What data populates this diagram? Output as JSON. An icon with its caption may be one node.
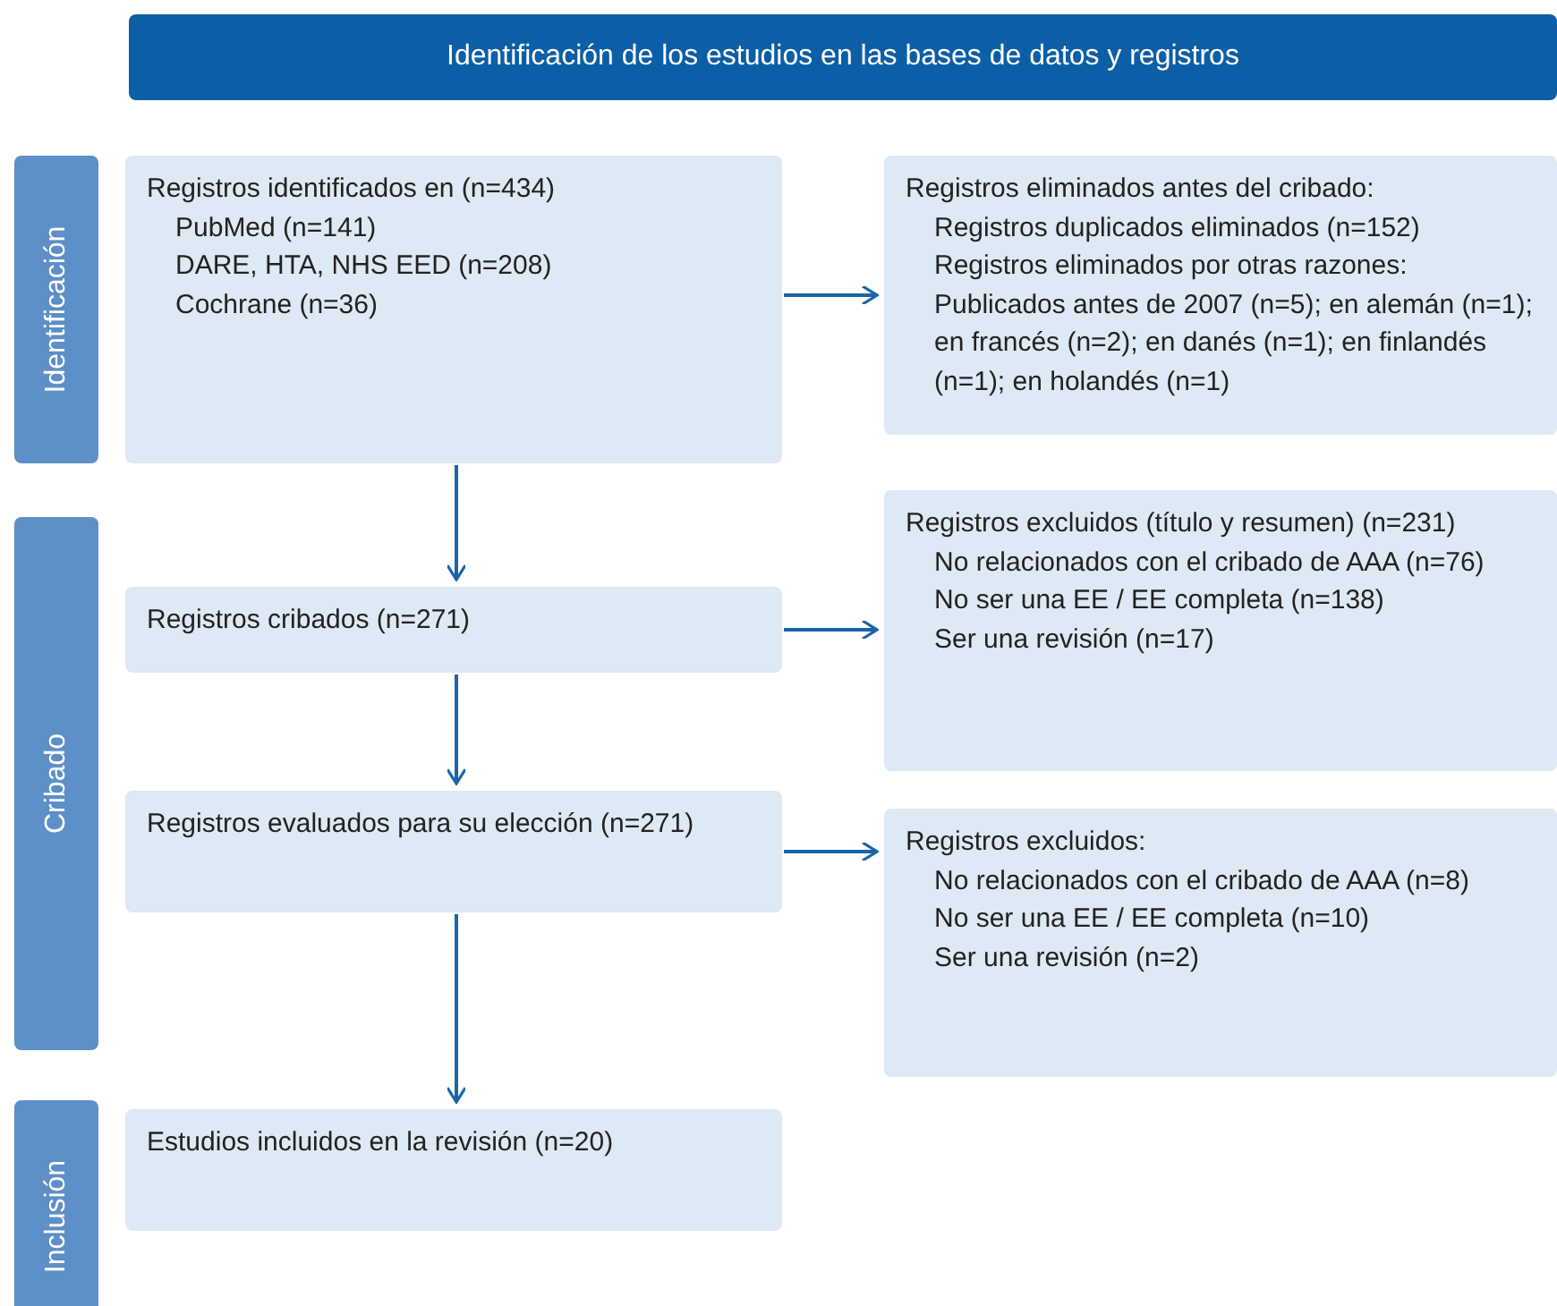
{
  "diagram": {
    "nodes": [
      {
        "text": [
          "Identificación de los estudios en las bases de datos y registros"
        ]
      },
      {
        "text": [
          "Identificación"
        ]
      },
      {
        "text": [
          "Cribado"
        ]
      },
      {
        "text": [
          "Inclusión"
        ]
      },
      {
        "text": [
          "Registros identificados en (n=434)",
          "PubMed (n=141)",
          "DARE, HTA, NHS EED (n=208)",
          "Cochrane (n=36)"
        ]
      },
      {
        "text": [
          "Registros eliminados antes del cribado:",
          "Registros duplicados eliminados (n=152)",
          "Registros eliminados por otras razones:",
          "Publicados antes de 2007 (n=5); en alemán (n=1); en francés (n=2); en danés (n=1); en finlandés (n=1); en holandés (n=1)"
        ]
      },
      {
        "text": [
          "Registros cribados (n=271)"
        ]
      },
      {
        "text": [
          "Registros excluidos (título y resumen) (n=231)",
          "No relacionados con el cribado de AAA (n=76)",
          "No ser una EE / EE completa (n=138)",
          "Ser una revisión (n=17)"
        ]
      },
      {
        "text": [
          "Registros evaluados para su elección (n=271)"
        ]
      },
      {
        "text": [
          "Registros excluidos:",
          "No relacionados con el cribado de AAA (n=8)",
          "No ser una EE / EE completa (n=10)",
          "Ser una revisión (n=2)"
        ]
      },
      {
        "text": [
          "Estudios incluidos en la revisión (n=20)"
        ]
      }
    ],
    "edges": [
      {
        "from": 4,
        "to": 5,
        "arrow": "to"
      },
      {
        "from": 4,
        "to": 6,
        "arrow": "to"
      },
      {
        "from": 6,
        "to": 7,
        "arrow": "to"
      },
      {
        "from": 6,
        "to": 8,
        "arrow": "to"
      },
      {
        "from": 8,
        "to": 9,
        "arrow": "to"
      },
      {
        "from": 8,
        "to": 10,
        "arrow": "to"
      }
    ]
  }
}
